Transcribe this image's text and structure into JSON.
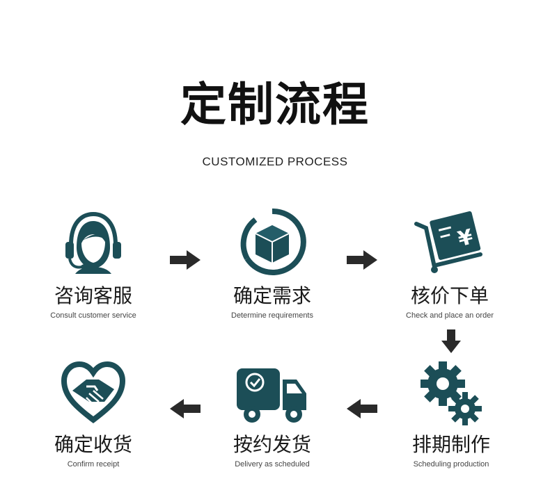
{
  "header": {
    "title": "定制流程",
    "subtitle": "CUSTOMIZED PROCESS"
  },
  "colors": {
    "accent": "#1c4e57",
    "arrow": "#2a2a2a"
  },
  "steps": [
    {
      "cn": "咨询客服",
      "en": "Consult customer service",
      "icon": "headset-agent-icon"
    },
    {
      "cn": "确定需求",
      "en": "Determine requirements",
      "icon": "box-circle-icon"
    },
    {
      "cn": "核价下单",
      "en": "Check and place an order",
      "icon": "cart-invoice-icon"
    },
    {
      "cn": "排期制作",
      "en": "Scheduling production",
      "icon": "gears-icon"
    },
    {
      "cn": "按约发货",
      "en": "Delivery as scheduled",
      "icon": "delivery-truck-icon"
    },
    {
      "cn": "确定收货",
      "en": "Confirm receipt",
      "icon": "handshake-heart-icon"
    }
  ]
}
